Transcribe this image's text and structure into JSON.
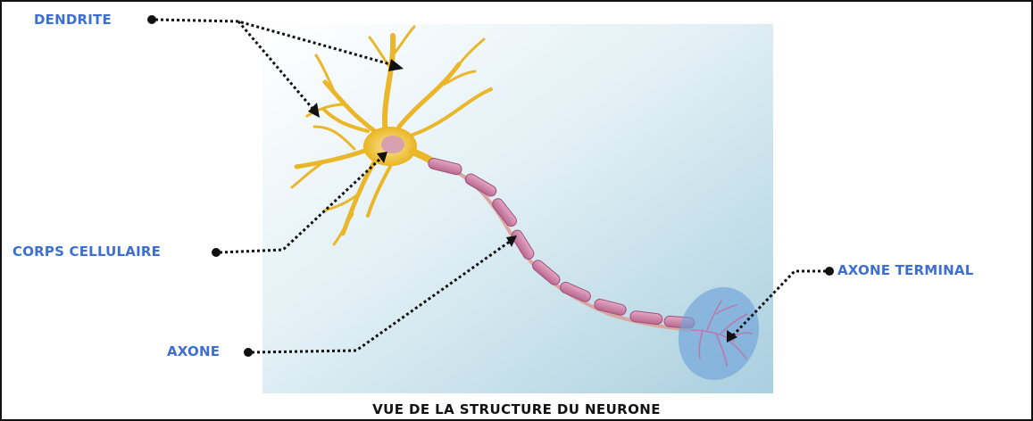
{
  "labels": {
    "dendrite": "DENDRITE",
    "cell_body": "CORPS CELLULAIRE",
    "axon": "AXONE",
    "axon_terminal": "AXONE TERMINAL"
  },
  "caption": "VUE DE LA STRUCTURE DU NEURONE",
  "colors": {
    "label": "#3d6fd0",
    "leader": "#111111",
    "neuron": "#f2c12e",
    "myelin": "#c97fa6",
    "background_panel": "#b8d9e6",
    "terminal_highlight": "#6ea3d8"
  }
}
